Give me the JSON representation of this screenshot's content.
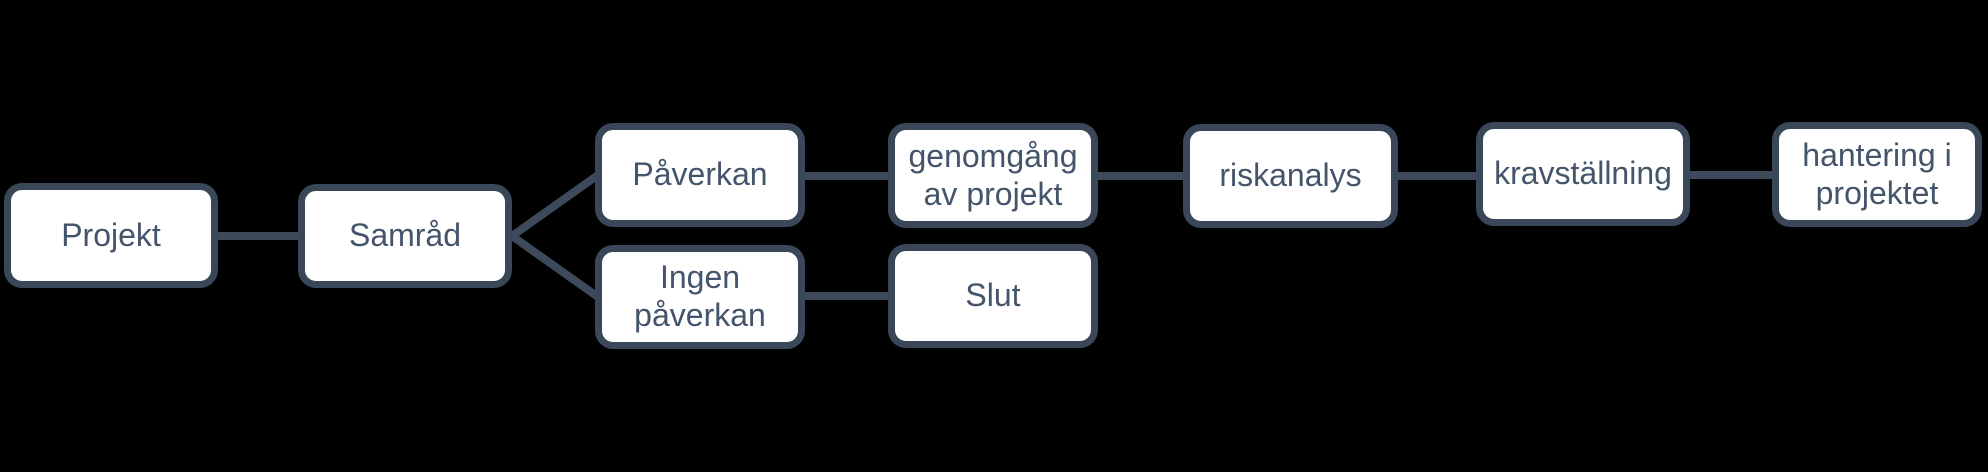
{
  "diagram": {
    "type": "flowchart",
    "colors": {
      "background": "#000000",
      "node_fill": "#ffffff",
      "node_border": "#3a4759",
      "text": "#44546a",
      "connector": "#3d4a5c"
    },
    "nodes": [
      {
        "id": "projekt",
        "label": "Projekt"
      },
      {
        "id": "samrad",
        "label": "Samråd"
      },
      {
        "id": "paverkan",
        "label": "Påverkan"
      },
      {
        "id": "ingen-paverkan",
        "label": "Ingen\npåverkan"
      },
      {
        "id": "genomgang",
        "label": "genomgång\nav projekt"
      },
      {
        "id": "slut",
        "label": "Slut"
      },
      {
        "id": "riskanalys",
        "label": "riskanalys"
      },
      {
        "id": "kravstallning",
        "label": "kravställning"
      },
      {
        "id": "hantering",
        "label": "hantering i\nprojektet"
      }
    ],
    "edges": [
      {
        "from": "projekt",
        "to": "samrad"
      },
      {
        "from": "samrad",
        "to": "paverkan"
      },
      {
        "from": "samrad",
        "to": "ingen-paverkan"
      },
      {
        "from": "paverkan",
        "to": "genomgang"
      },
      {
        "from": "genomgang",
        "to": "riskanalys"
      },
      {
        "from": "riskanalys",
        "to": "kravstallning"
      },
      {
        "from": "kravstallning",
        "to": "hantering"
      },
      {
        "from": "ingen-paverkan",
        "to": "slut"
      }
    ]
  }
}
